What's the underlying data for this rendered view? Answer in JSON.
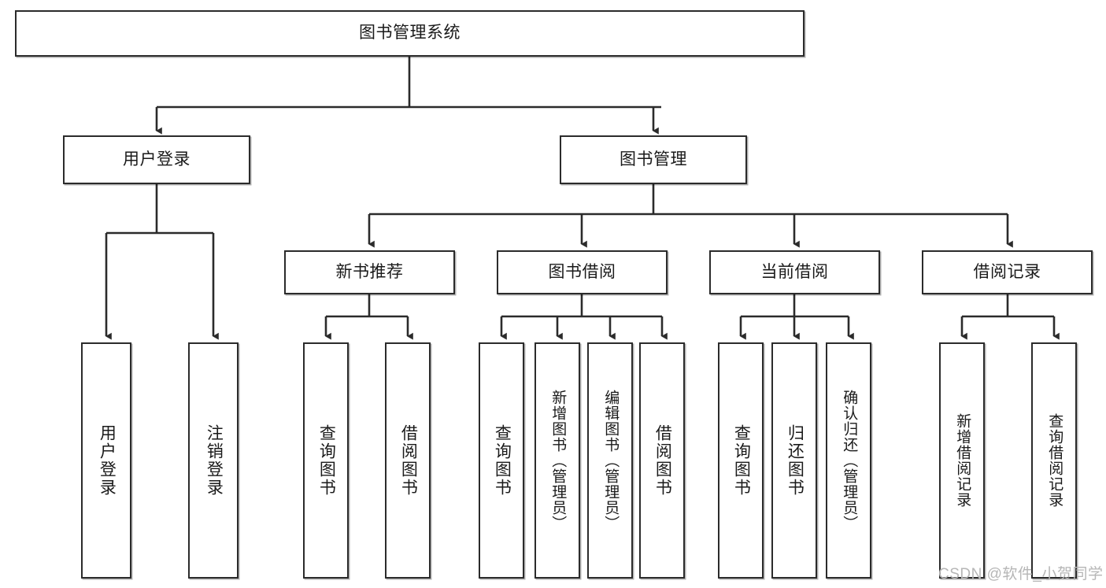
{
  "diagram": {
    "type": "tree-hierarchy",
    "title": "图书管理系统",
    "root": {
      "id": "root",
      "label": "图书管理系统",
      "orientation": "horizontal"
    },
    "level2": [
      {
        "id": "user-login",
        "label": "用户登录",
        "orientation": "horizontal"
      },
      {
        "id": "book-management",
        "label": "图书管理",
        "orientation": "horizontal"
      }
    ],
    "level3": [
      {
        "id": "new-book-recommend",
        "label": "新书推荐",
        "orientation": "horizontal",
        "parent": "book-management"
      },
      {
        "id": "book-borrow",
        "label": "图书借阅",
        "orientation": "horizontal",
        "parent": "book-management"
      },
      {
        "id": "current-borrow",
        "label": "当前借阅",
        "orientation": "horizontal",
        "parent": "book-management"
      },
      {
        "id": "borrow-record",
        "label": "借阅记录",
        "orientation": "horizontal",
        "parent": "book-management"
      }
    ],
    "leaves": [
      {
        "id": "leaf-user-login",
        "label": "用户登录",
        "parent": "user-login"
      },
      {
        "id": "leaf-logout",
        "label": "注销登录",
        "parent": "user-login"
      },
      {
        "id": "leaf-query-book-1",
        "label": "查询图书",
        "parent": "new-book-recommend"
      },
      {
        "id": "leaf-borrow-book-1",
        "label": "借阅图书",
        "parent": "new-book-recommend"
      },
      {
        "id": "leaf-query-book-2",
        "label": "查询图书",
        "parent": "book-borrow"
      },
      {
        "id": "leaf-add-book",
        "label": "新增图书（管理员）",
        "parent": "book-borrow"
      },
      {
        "id": "leaf-edit-book",
        "label": "编辑图书（管理员）",
        "parent": "book-borrow"
      },
      {
        "id": "leaf-borrow-book-2",
        "label": "借阅图书",
        "parent": "book-borrow"
      },
      {
        "id": "leaf-query-book-3",
        "label": "查询图书",
        "parent": "current-borrow"
      },
      {
        "id": "leaf-return-book",
        "label": "归还图书",
        "parent": "current-borrow"
      },
      {
        "id": "leaf-confirm-return",
        "label": "确认归还（管理员）",
        "parent": "current-borrow"
      },
      {
        "id": "leaf-add-record",
        "label": "新增借阅记录",
        "parent": "borrow-record"
      },
      {
        "id": "leaf-query-record",
        "label": "查询借阅记录",
        "parent": "borrow-record"
      }
    ],
    "watermark": "CSDN @软件_小贺同学",
    "colors": {
      "border": "#2b2b2b",
      "background": "#ffffff",
      "text": "#1a1a1a",
      "watermark": "#b6b6b6"
    }
  }
}
